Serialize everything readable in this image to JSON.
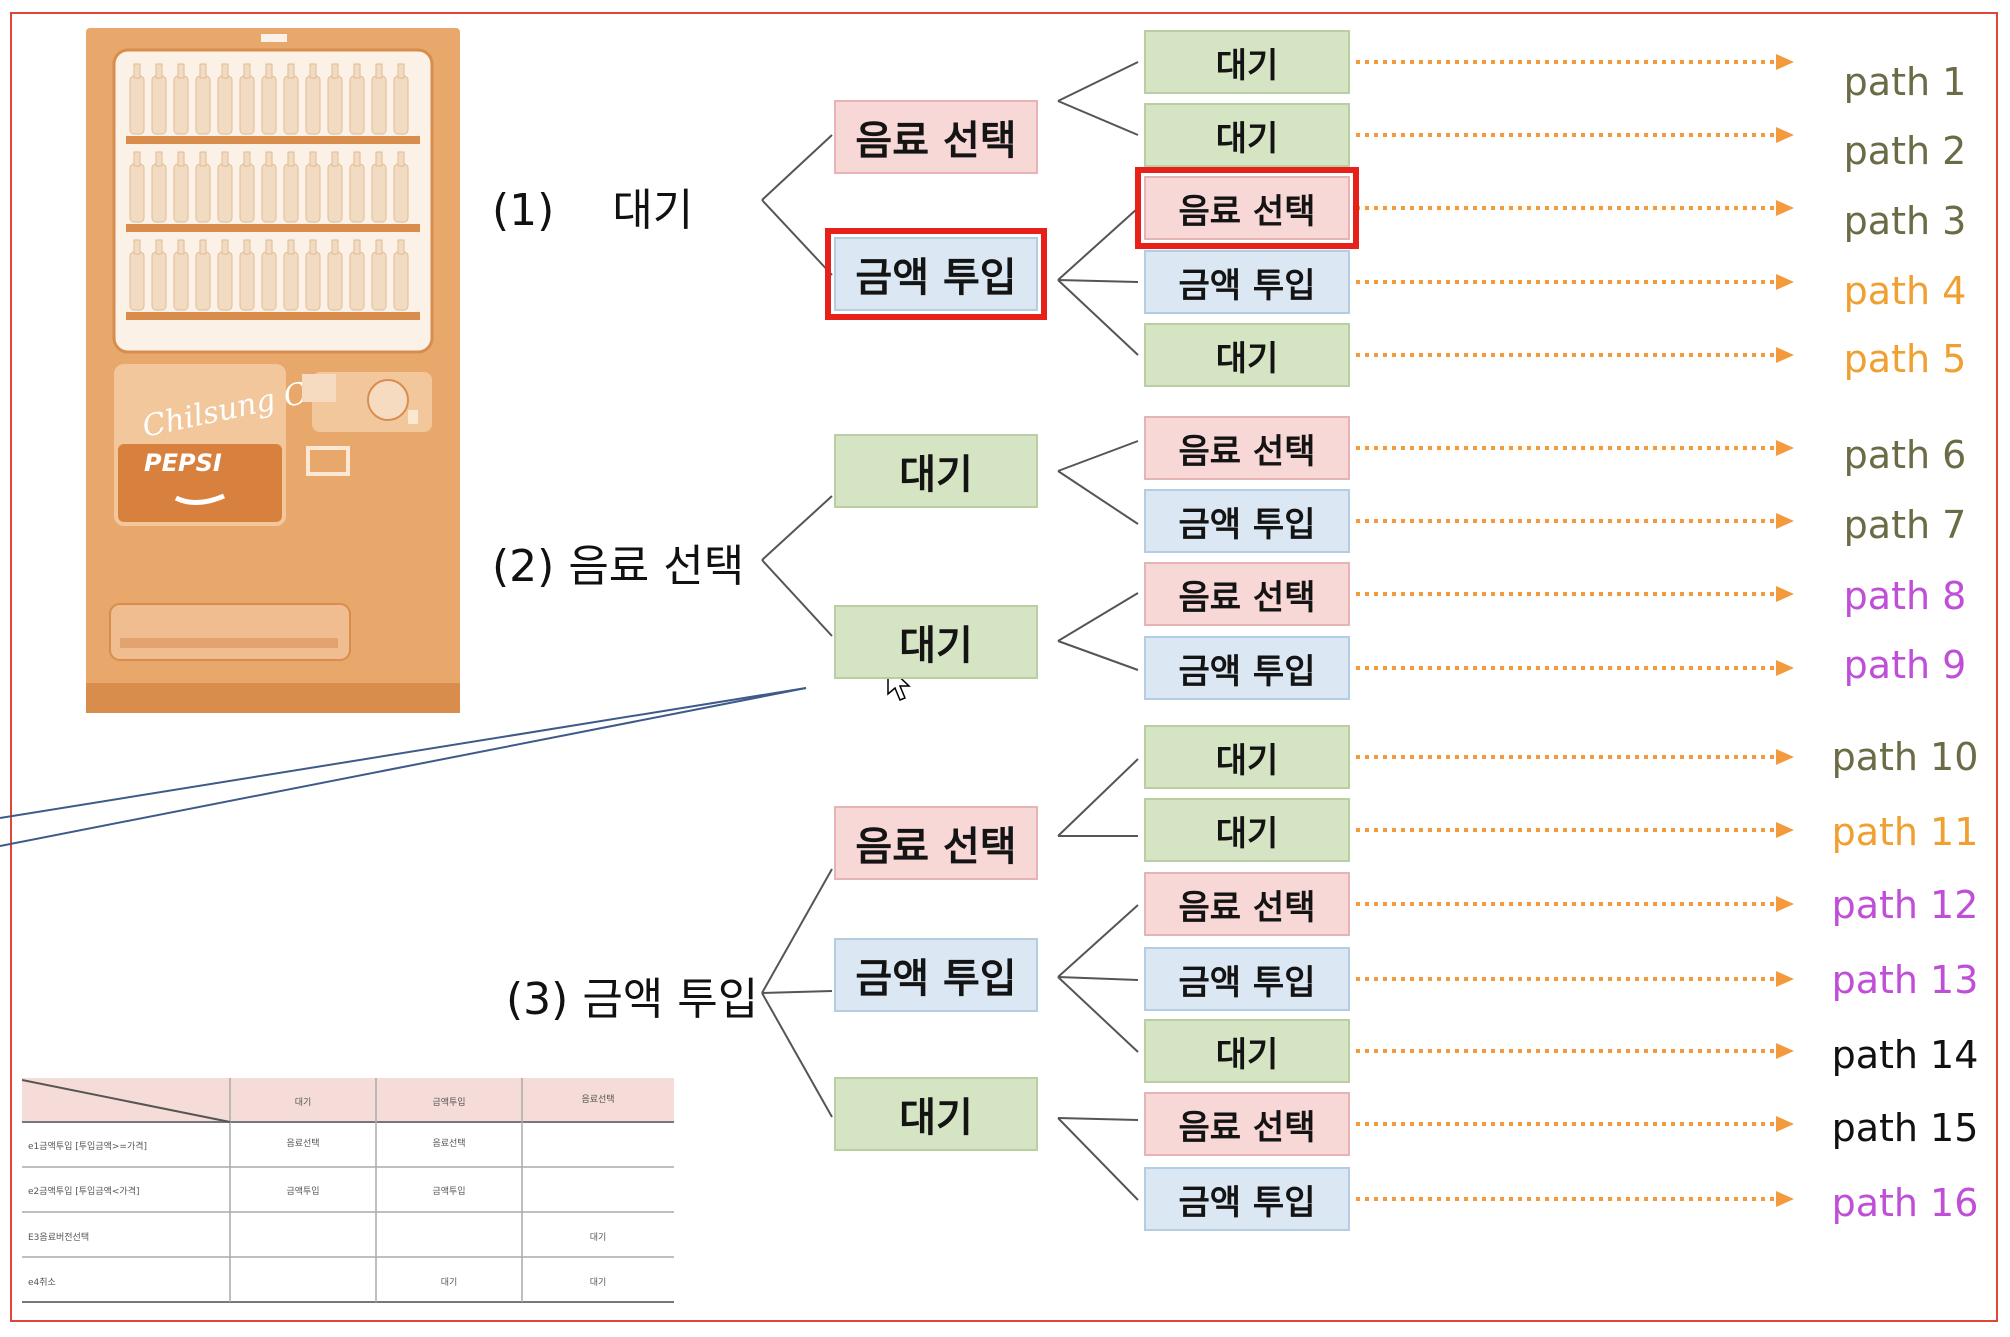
{
  "roots": [
    {
      "num": "(1)",
      "label": "대기"
    },
    {
      "num": "(2)",
      "label": "음료 선택"
    },
    {
      "num": "(3)",
      "label": "금액 투입"
    }
  ],
  "level2": [
    "음료 선택",
    "금액 투입",
    "대기",
    "대기",
    "음료 선택",
    "금액 투입",
    "대기"
  ],
  "level3": [
    "대기",
    "대기",
    "음료 선택",
    "금액 투입",
    "대기",
    "음료 선택",
    "금액 투입",
    "음료 선택",
    "금액 투입",
    "대기",
    "대기",
    "음료 선택",
    "금액 투입",
    "대기",
    "음료 선택",
    "금액 투입"
  ],
  "paths": [
    "path 1",
    "path 2",
    "path 3",
    "path 4",
    "path 5",
    "path 6",
    "path 7",
    "path 8",
    "path 9",
    "path 10",
    "path 11",
    "path 12",
    "path 13",
    "path 14",
    "path 15",
    "path 16"
  ],
  "path_colors": [
    "#6b6b45",
    "#6b6b45",
    "#6b6b45",
    "#f0a030",
    "#f0a030",
    "#6b6b45",
    "#6b6b45",
    "#c04fd8",
    "#c04fd8",
    "#6b6b45",
    "#f0a030",
    "#c04fd8",
    "#c04fd8",
    "#111111",
    "#111111",
    "#c04fd8"
  ],
  "box_colors": {
    "green": "#d5e4c2",
    "pink": "#f7d8d7",
    "blue": "#dbe8f3"
  },
  "highlight_color": "#e8201a",
  "arrow_color": "#f39a3c",
  "machine": {
    "brand_script": "Chilsung Cider",
    "brand": "PEPSI",
    "color": "#e8a86c"
  },
  "table_thumb": {
    "headers": [
      "대기",
      "금액투입",
      "음료선택"
    ],
    "rows": [
      {
        "label": "e1금액투입 [투입금액>=가격]",
        "cells": [
          "음료선택",
          "음료선택",
          ""
        ]
      },
      {
        "label": "e2금액투입 [투입금액<가격]",
        "cells": [
          "금액투입",
          "금액투입",
          ""
        ]
      },
      {
        "label": "E3음료버전선택",
        "cells": [
          "",
          "",
          "대기"
        ]
      },
      {
        "label": "e4취소",
        "cells": [
          "",
          "대기",
          "대기"
        ]
      }
    ]
  }
}
